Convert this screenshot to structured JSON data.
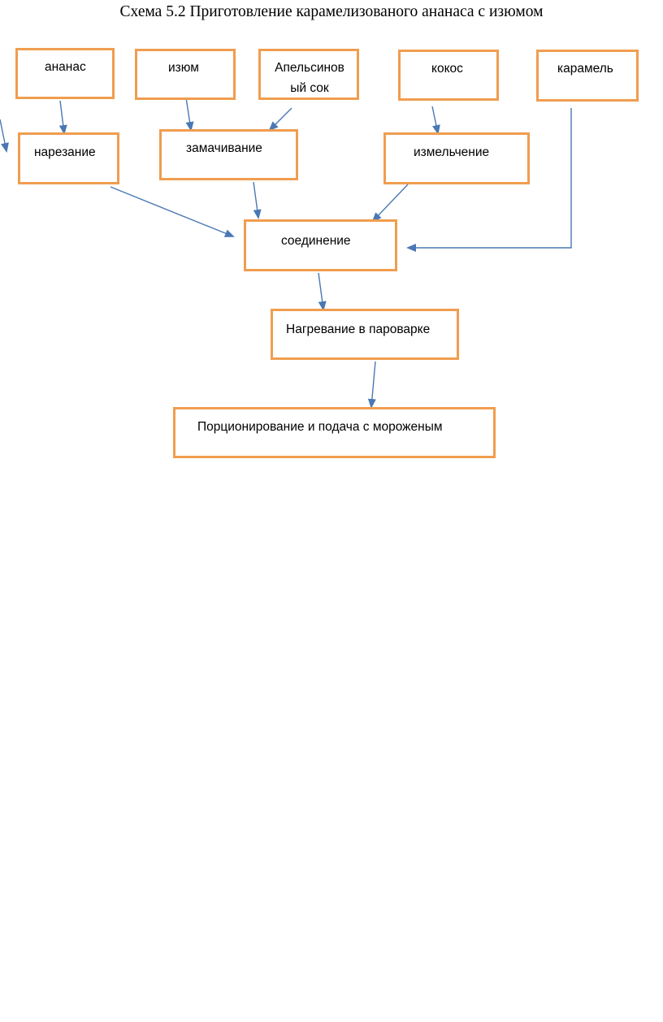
{
  "title": "Схема 5.2 Приготовление  карамелизованого ананаса с изюмом",
  "nodes": {
    "pineapple": "ананас",
    "raisins": "изюм",
    "orange_juice": "Апельсиновый сок",
    "coconut": "кокос",
    "caramel": "карамель",
    "cutting": "нарезание",
    "soaking": "замачивание",
    "grinding": "измельчение",
    "combining": "соединение",
    "heating": "Нагревание в пароварке",
    "serving": "Порционирование и подача с мороженым"
  },
  "edges": [
    {
      "from": "pineapple",
      "to": "cutting"
    },
    {
      "from": "raisins",
      "to": "soaking"
    },
    {
      "from": "orange_juice",
      "to": "soaking"
    },
    {
      "from": "coconut",
      "to": "grinding"
    },
    {
      "from": "cutting",
      "to": "combining"
    },
    {
      "from": "soaking",
      "to": "combining"
    },
    {
      "from": "grinding",
      "to": "combining"
    },
    {
      "from": "caramel",
      "to": "combining"
    },
    {
      "from": "combining",
      "to": "heating"
    },
    {
      "from": "heating",
      "to": "serving"
    }
  ],
  "colors": {
    "box_border": "#f09d4f",
    "arrow": "#4a78b4"
  }
}
